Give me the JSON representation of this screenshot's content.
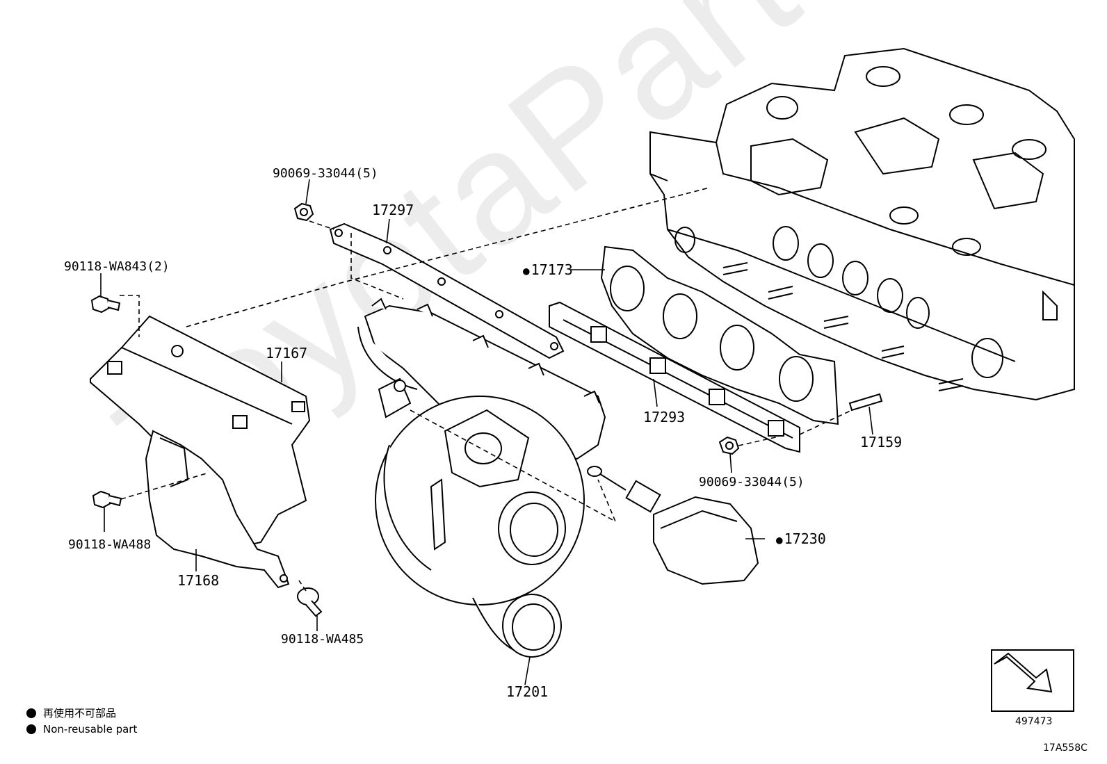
{
  "watermark": "ToyotaParts.ru",
  "labels": {
    "p90069_top": "90069-33044(5)",
    "p17297": "17297",
    "p90118_wa843": "90118-WA843(2)",
    "p17173": "17173",
    "p17167": "17167",
    "p17293": "17293",
    "p17159": "17159",
    "p90069_bottom": "90069-33044(5)",
    "p90118_wa488": "90118-WA488",
    "p17230": "17230",
    "p17168": "17168",
    "p90118_wa485": "90118-WA485",
    "p17201": "17201"
  },
  "legend": {
    "line1": "再使用不可部品",
    "line2": "Non-reusable part"
  },
  "view_ref": "497473",
  "figure_code": "17A558C",
  "icons": [
    "non-reusable-bullet-icon",
    "view-direction-arrow-icon"
  ]
}
